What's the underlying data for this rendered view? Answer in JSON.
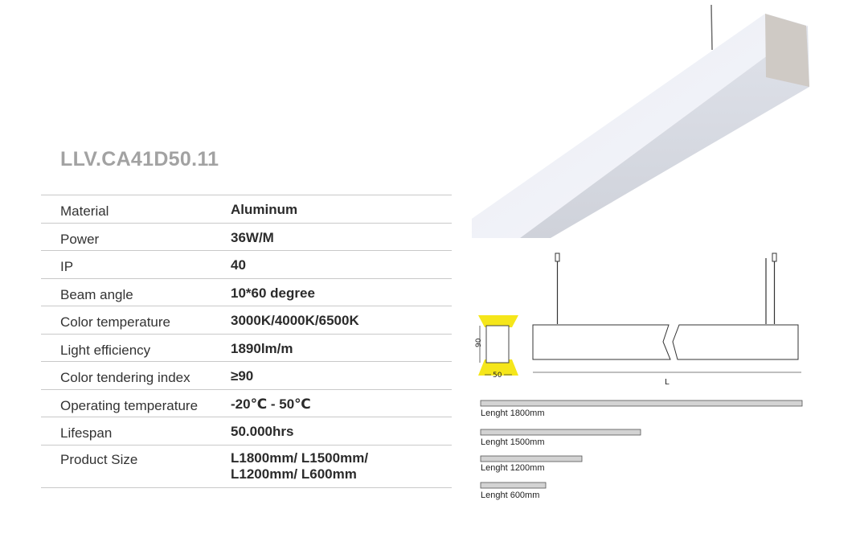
{
  "product": {
    "model": "LLV.CA41D50.11"
  },
  "specs": [
    {
      "label": "Material",
      "value": "Aluminum"
    },
    {
      "label": "Power",
      "value": "36W/M"
    },
    {
      "label": "IP",
      "value": "40"
    },
    {
      "label": "Beam angle",
      "value": "10*60 degree"
    },
    {
      "label": "Color temperature",
      "value": "3000K/4000K/6500K"
    },
    {
      "label": "Light efficiency",
      "value": "1890lm/m"
    },
    {
      "label": "Color tendering index",
      "value": "≥90"
    },
    {
      "label": "Operating temperature",
      "value": "-20℃ - 50℃"
    },
    {
      "label": "Lifespan",
      "value": "50.000hrs"
    },
    {
      "label": "Product Size",
      "value": "L1800mm/ L1500mm/\nL1200mm/ L600mm"
    }
  ],
  "drawing": {
    "height_label": "90",
    "width_label": "50",
    "length_label": "L"
  },
  "lengths": [
    {
      "label": "Lenght 1800mm",
      "mm": 1800
    },
    {
      "label": "Lenght 1500mm",
      "mm": 1500
    },
    {
      "label": "Lenght 1200mm",
      "mm": 1200
    },
    {
      "label": "Lenght 600mm",
      "mm": 600
    }
  ],
  "colors": {
    "accent_light": "#f5e61a",
    "label_grey": "#a2a2a2"
  }
}
